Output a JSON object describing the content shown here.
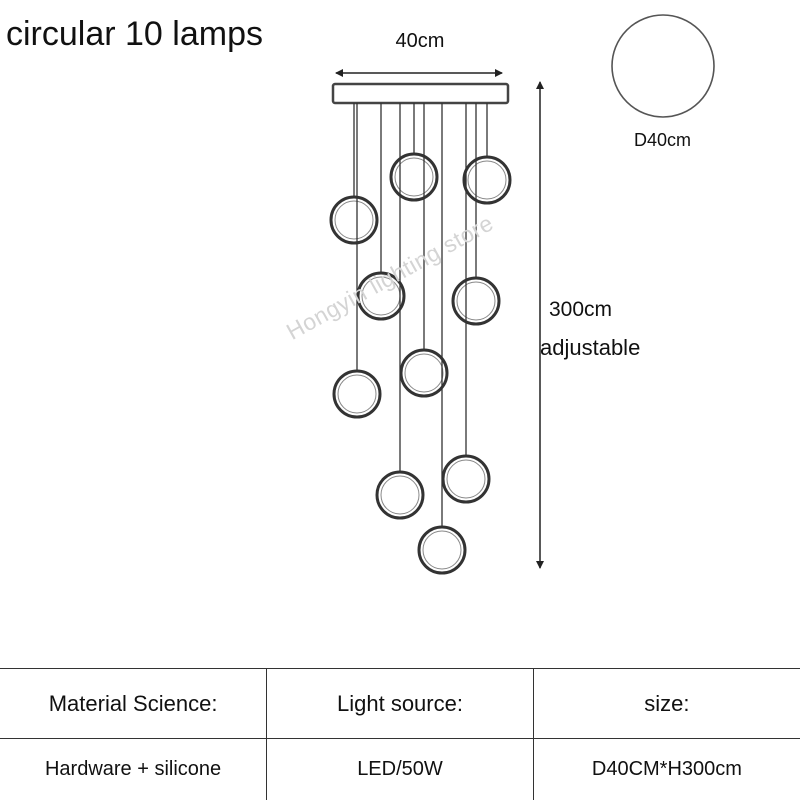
{
  "title": "circular 10 lamps",
  "dimensions": {
    "width_label": "40cm",
    "diameter_label": "D40cm",
    "height_label": "300cm",
    "height_note": "adjustable"
  },
  "watermark": "Hongyin lighting store",
  "lamp_count": 10,
  "specs": {
    "headers": [
      "Material Science:",
      "Light source:",
      "size:"
    ],
    "values": [
      "Hardware + silicone",
      "LED/50W",
      "D40CM*H300cm"
    ]
  }
}
